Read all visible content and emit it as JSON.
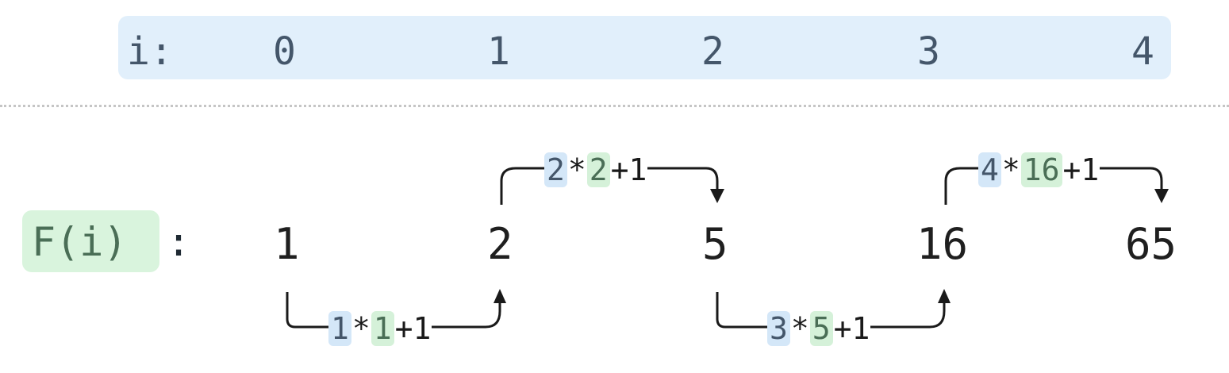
{
  "index_row": {
    "label": "i:",
    "values": [
      "0",
      "1",
      "2",
      "3",
      "4"
    ]
  },
  "f_row": {
    "label": "F(i)",
    "colon": ":",
    "values": [
      "1",
      "2",
      "5",
      "16",
      "65"
    ]
  },
  "transitions": [
    {
      "a": "1",
      "op1": "*",
      "b": "1",
      "op2": "+1"
    },
    {
      "a": "2",
      "op1": "*",
      "b": "2",
      "op2": "+1"
    },
    {
      "a": "3",
      "op1": "*",
      "b": "5",
      "op2": "+1"
    },
    {
      "a": "4",
      "op1": "*",
      "b": "16",
      "op2": "+1"
    }
  ],
  "colors": {
    "index_band": "#e1effb",
    "index_chip": "#d4e7f8",
    "value_chip": "#d5f1d9",
    "text_dark": "#1f1f1f",
    "text_blue": "#44566a",
    "text_green": "#4a6e56"
  }
}
